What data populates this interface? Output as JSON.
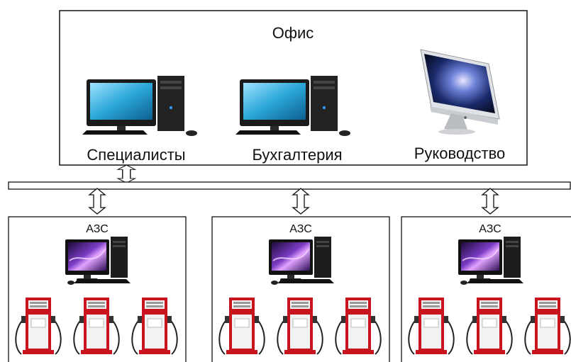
{
  "office": {
    "title": "Офис",
    "workstations": [
      {
        "label": "Специалисты",
        "icon": "desktop-pc-icon"
      },
      {
        "label": "Бухгалтерия",
        "icon": "desktop-pc-icon"
      },
      {
        "label": "Руководство",
        "icon": "imac-icon"
      }
    ]
  },
  "stations": [
    {
      "title": "АЗС"
    },
    {
      "title": "АЗС"
    },
    {
      "title": "АЗС"
    }
  ],
  "colors": {
    "border": "#111111",
    "pump_red": "#c8141e",
    "screen_blue": "#2aa6d8",
    "screen_purple": "#5a1f8a"
  }
}
